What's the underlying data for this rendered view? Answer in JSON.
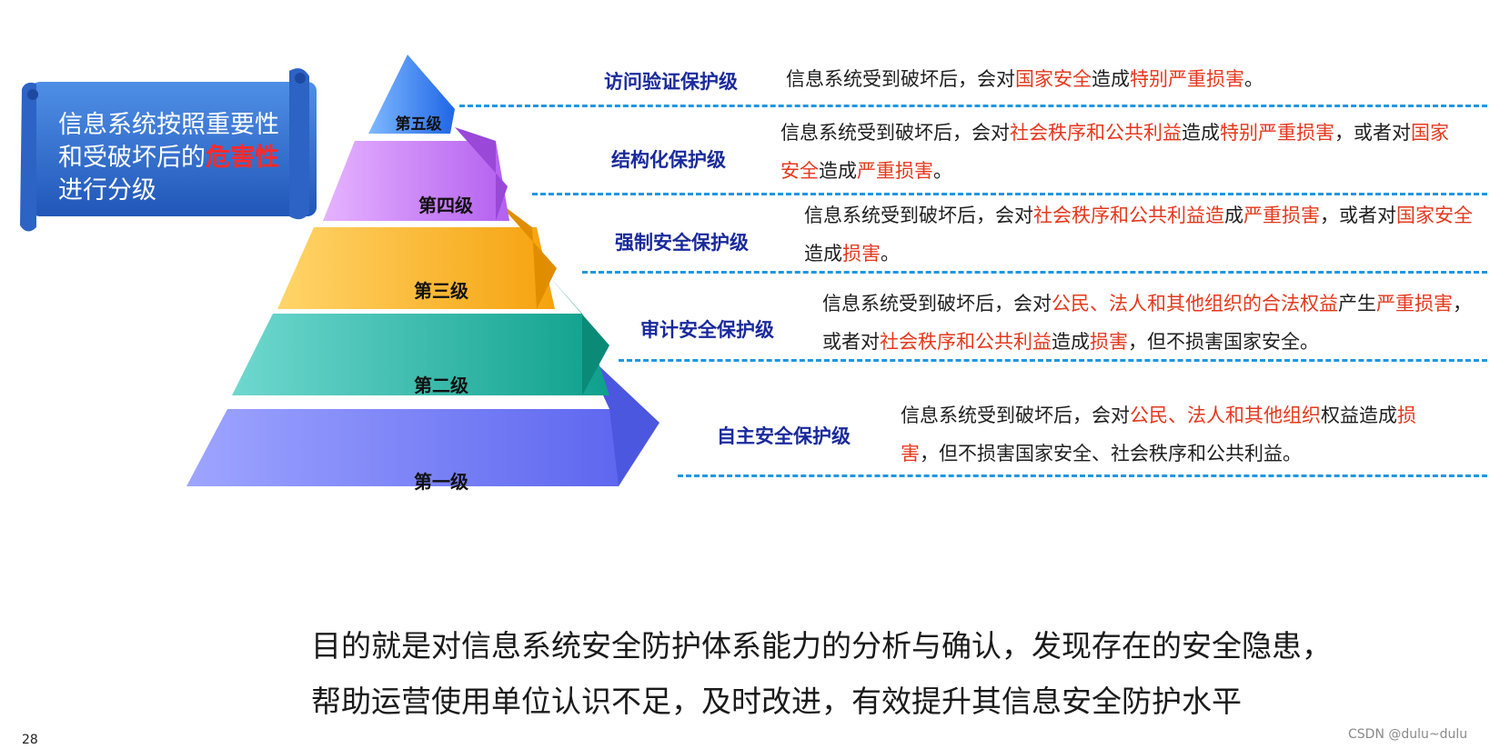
{
  "banner": {
    "line1": "信息系统按照重要性",
    "line2_pre": "和受破坏后的",
    "line2_hl": "危害性",
    "line3": "进行分级"
  },
  "levels": [
    {
      "label": "第五级",
      "category": "访问验证保护级",
      "desc": [
        {
          "t": "信息系统受到破坏后，会对"
        },
        {
          "t": "国家安全",
          "hl": true
        },
        {
          "t": "造成"
        },
        {
          "t": "特别严重损害",
          "hl": true
        },
        {
          "t": "。"
        }
      ]
    },
    {
      "label": "第四级",
      "category": "结构化保护级",
      "desc": [
        {
          "t": "信息系统受到破坏后，会对"
        },
        {
          "t": "社会秩序和公共利益",
          "hl": true
        },
        {
          "t": "造成"
        },
        {
          "t": "特别严重损害",
          "hl": true
        },
        {
          "t": "，或者对"
        },
        {
          "t": "国家安全",
          "hl": true
        },
        {
          "t": "造成"
        },
        {
          "t": "严重损害",
          "hl": true
        },
        {
          "t": "。"
        }
      ]
    },
    {
      "label": "第三级",
      "category": "强制安全保护级",
      "desc": [
        {
          "t": "信息系统受到破坏后，会对"
        },
        {
          "t": "社会秩序和公共利益造",
          "hl": true
        },
        {
          "t": "成"
        },
        {
          "t": "严重损害",
          "hl": true
        },
        {
          "t": "，或者对"
        },
        {
          "t": "国家安全",
          "hl": true
        },
        {
          "t": "造成"
        },
        {
          "t": "损害",
          "hl": true
        },
        {
          "t": "。"
        }
      ]
    },
    {
      "label": "第二级",
      "category": "审计安全保护级",
      "desc": [
        {
          "t": "信息系统受到破坏后，会对"
        },
        {
          "t": "公民、法人和其他组织的合法权益",
          "hl": true
        },
        {
          "t": "产生"
        },
        {
          "t": "严重损害",
          "hl": true
        },
        {
          "t": "，或者对"
        },
        {
          "t": "社会秩序和公共利益",
          "hl": true
        },
        {
          "t": "造成"
        },
        {
          "t": "损害",
          "hl": true
        },
        {
          "t": "，但不损害国家安全。"
        }
      ]
    },
    {
      "label": "第一级",
      "category": "自主安全保护级",
      "desc": [
        {
          "t": "信息系统受到破坏后，会对"
        },
        {
          "t": "公民、法人和其他组织",
          "hl": true
        },
        {
          "t": "权益造成"
        },
        {
          "t": "损害",
          "hl": true
        },
        {
          "t": "，但不损害国家安全、社会秩序和公共利益。"
        }
      ]
    }
  ],
  "summary": {
    "line1": "目的就是对信息系统安全防护体系能力的分析与确认，发现存在的安全隐患，",
    "line2": "帮助运营使用单位认识不足，及时改进，有效提升其信息安全防护水平"
  },
  "page_number": "28",
  "watermark": "CSDN @dulu~dulu",
  "colors": {
    "level5": "#3d8ef0",
    "level4": "#c87ef0",
    "level3": "#fbb42c",
    "level2": "#1fb7a4",
    "level1": "#6f78f2",
    "category": "#1a2a9c",
    "highlight": "#e5381d",
    "dash": "#1f97e0",
    "banner": "#2f6fd0"
  }
}
